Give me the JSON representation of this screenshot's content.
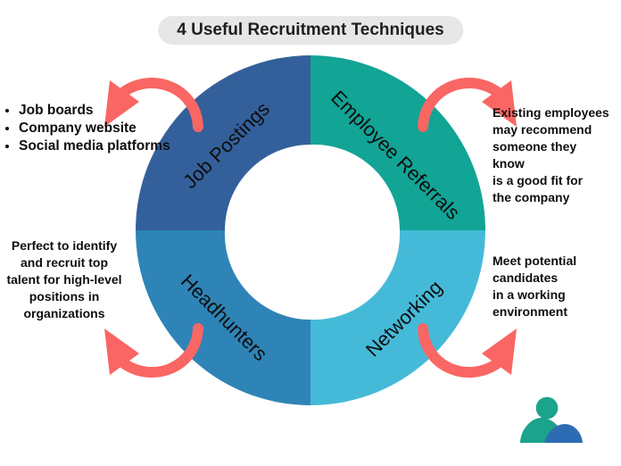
{
  "title": "4 Useful Recruitment Techniques",
  "colors": {
    "arrow": "#F96663",
    "title_bg": "#E7E7E7",
    "text": "#111111",
    "logo_teal": "#1BA38D",
    "logo_blue": "#2D6CB4"
  },
  "segments": [
    {
      "label": "Job Postings",
      "color": "#33609B"
    },
    {
      "label": "Employee Referrals",
      "color": "#12A495"
    },
    {
      "label": "Headhunters",
      "color": "#2E84B6"
    },
    {
      "label": "Networking",
      "color": "#45BAD8"
    }
  ],
  "notes": {
    "job_postings": {
      "items": [
        "Job boards",
        "Company website",
        "Social media platforms"
      ]
    },
    "employee_referrals": {
      "text": "Existing employees\nmay recommend\nsomeone they\nknow\nis a good fit for\nthe company"
    },
    "headhunters": {
      "text": "Perfect to identify\nand recruit top\ntalent for high-level\npositions in\norganizations"
    },
    "networking": {
      "text": "Meet potential\ncandidates\nin a working\nenvironment"
    }
  }
}
